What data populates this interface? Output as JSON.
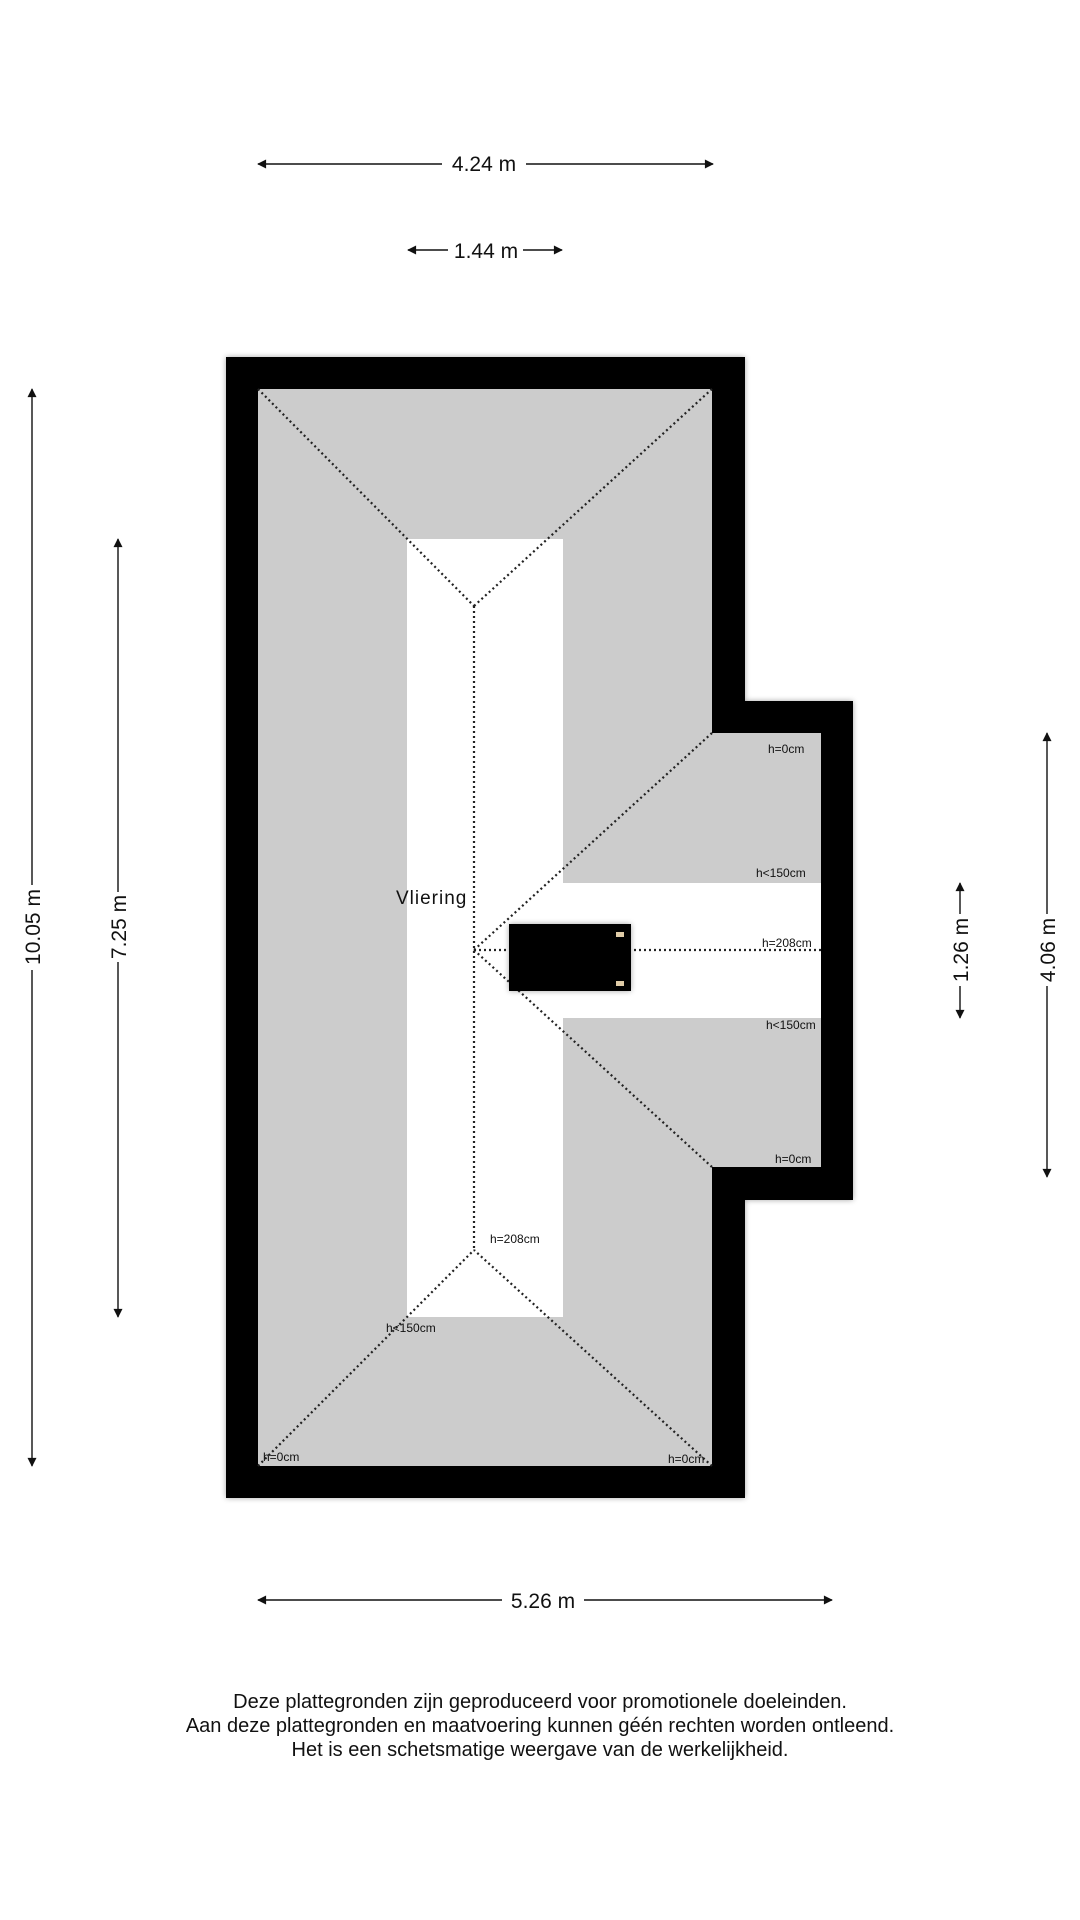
{
  "floorplan": {
    "room_label": "Vliering",
    "colors": {
      "wall": "#000000",
      "low_ceiling_area": "#cccccc",
      "full_height_area": "#ffffff",
      "hatch": "#000000",
      "hatch_hinge": "#e0cca8"
    },
    "dimensions": {
      "top_outer": "4.24 m",
      "top_inner": "1.44 m",
      "bottom": "5.26 m",
      "left_outer": "10.05 m",
      "left_inner": "7.25 m",
      "right_inner": "1.26 m",
      "right_outer": "4.06 m"
    },
    "height_labels": {
      "dormer_top": "h=0cm",
      "dormer_upper_band": "h<150cm",
      "dormer_ridge": "h=208cm",
      "dormer_lower_band": "h<150cm",
      "dormer_bottom": "h=0cm",
      "main_ridge_bottom": "h=208cm",
      "main_lower_band": "h<150cm",
      "corner_bottom_left": "h=0cm",
      "corner_bottom_right": "h=0cm"
    }
  },
  "disclaimer": {
    "lines": [
      "Deze plattegronden zijn geproduceerd voor promotionele doeleinden.",
      "Aan deze plattegronden en maatvoering kunnen géén rechten worden ontleend.",
      "Het is een schetsmatige weergave van de werkelijkheid."
    ]
  }
}
